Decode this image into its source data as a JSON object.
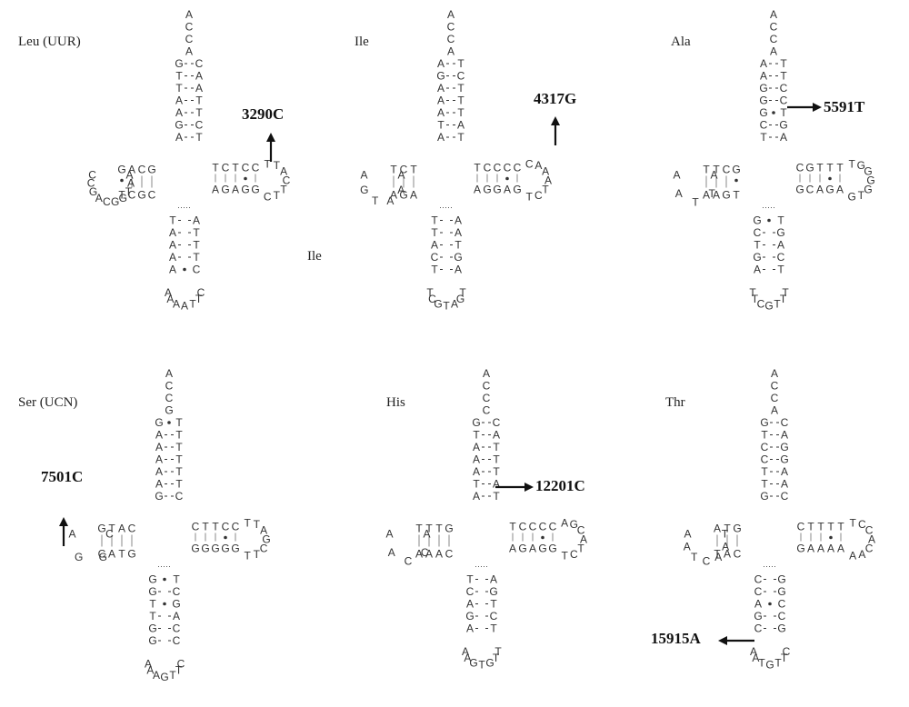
{
  "panels": [
    {
      "title": "Leu (UUR)",
      "mutation": "3290C",
      "acceptor_tail": [
        "A",
        "C",
        "C",
        "A"
      ],
      "acceptor_pairs": [
        [
          "G",
          "C"
        ],
        [
          "T",
          "A"
        ],
        [
          "T",
          "A"
        ],
        [
          "A",
          "T"
        ],
        [
          "A",
          "T"
        ],
        [
          "G",
          "C"
        ],
        [
          "A",
          "T"
        ]
      ],
      "anticodon_pairs": [
        [
          "T",
          "A"
        ],
        [
          "A",
          "T"
        ],
        [
          "A",
          "T"
        ],
        [
          "A",
          "T"
        ],
        [
          "A",
          "C"
        ]
      ],
      "anticodon_loop": [
        "C",
        "T",
        "T",
        "A",
        "A",
        "A",
        "A"
      ],
      "d_arm_top": [
        "G",
        "A",
        "C",
        "G"
      ],
      "d_arm_bottom": [
        "T",
        "C",
        "G",
        "C"
      ],
      "d_loop": [
        "C",
        "C",
        "G",
        "A",
        "C",
        "G",
        "G",
        "T",
        "A",
        "A"
      ],
      "t_arm_top": [
        "T",
        "C",
        "T",
        "C",
        "C"
      ],
      "t_arm_bottom": [
        "A",
        "G",
        "A",
        "G",
        "G"
      ],
      "t_loop": [
        "T",
        "T",
        "A",
        "C",
        "T",
        "T",
        "C"
      ]
    },
    {
      "title": "Ile",
      "mutation": "4317G",
      "acceptor_tail": [
        "A",
        "C",
        "C",
        "A"
      ],
      "acceptor_pairs": [
        [
          "A",
          "T"
        ],
        [
          "G",
          "C"
        ],
        [
          "A",
          "T"
        ],
        [
          "A",
          "T"
        ],
        [
          "A",
          "T"
        ],
        [
          "T",
          "A"
        ],
        [
          "A",
          "T"
        ]
      ],
      "anticodon_pairs": [
        [
          "T",
          "A"
        ],
        [
          "T",
          "A"
        ],
        [
          "A",
          "T"
        ],
        [
          "C",
          "G"
        ],
        [
          "T",
          "A"
        ]
      ],
      "anticodon_loop": [
        "T",
        "G",
        "A",
        "T",
        "G",
        "C",
        "T"
      ],
      "d_arm_top": [
        "T",
        "C",
        "T"
      ],
      "d_arm_bottom": [
        "A",
        "G",
        "A"
      ],
      "d_loop": [
        "A",
        "G",
        "T",
        "A",
        "A",
        "A"
      ],
      "t_arm_top": [
        "T",
        "C",
        "C",
        "C",
        "C"
      ],
      "t_arm_bottom": [
        "A",
        "G",
        "G",
        "A",
        "G"
      ],
      "t_loop": [
        "C",
        "A",
        "A",
        "A",
        "T",
        "C",
        "T"
      ],
      "stray_label": "Ile"
    },
    {
      "title": "Ala",
      "mutation": "5591T",
      "acceptor_tail": [
        "A",
        "C",
        "C",
        "A"
      ],
      "acceptor_pairs": [
        [
          "A",
          "T"
        ],
        [
          "A",
          "T"
        ],
        [
          "G",
          "C"
        ],
        [
          "G",
          "C"
        ],
        [
          "G",
          "T"
        ],
        [
          "C",
          "G"
        ],
        [
          "T",
          "A"
        ]
      ],
      "anticodon_pairs": [
        [
          "G",
          "T"
        ],
        [
          "C",
          "G"
        ],
        [
          "T",
          "A"
        ],
        [
          "G",
          "C"
        ],
        [
          "A",
          "T"
        ]
      ],
      "anticodon_loop": [
        "T",
        "T",
        "T",
        "G",
        "C",
        "T",
        "T"
      ],
      "d_arm_top": [
        "T",
        "T",
        "C",
        "G"
      ],
      "d_arm_bottom": [
        "A",
        "A",
        "G",
        "T"
      ],
      "d_loop": [
        "A",
        "A",
        "T",
        "T",
        "A"
      ],
      "t_arm_top": [
        "C",
        "G",
        "T",
        "T",
        "T"
      ],
      "t_arm_bottom": [
        "G",
        "C",
        "A",
        "G",
        "A"
      ],
      "t_loop": [
        "T",
        "G",
        "G",
        "G",
        "G",
        "T",
        "G"
      ]
    },
    {
      "title": "Ser (UCN)",
      "mutation": "7501C",
      "acceptor_tail": [
        "A",
        "C",
        "C",
        "G"
      ],
      "acceptor_pairs": [
        [
          "G",
          "T"
        ],
        [
          "A",
          "T"
        ],
        [
          "A",
          "T"
        ],
        [
          "A",
          "T"
        ],
        [
          "A",
          "T"
        ],
        [
          "A",
          "T"
        ],
        [
          "G",
          "C"
        ]
      ],
      "anticodon_pairs": [
        [
          "G",
          "T"
        ],
        [
          "G",
          "C"
        ],
        [
          "T",
          "G"
        ],
        [
          "T",
          "A"
        ],
        [
          "G",
          "C"
        ],
        [
          "G",
          "C"
        ]
      ],
      "anticodon_loop": [
        "C",
        "T",
        "T",
        "G",
        "A",
        "A",
        "A"
      ],
      "d_arm_top": [
        "G",
        "T",
        "A",
        "C"
      ],
      "d_arm_bottom": [
        "C",
        "A",
        "T",
        "G"
      ],
      "d_loop": [
        "A",
        "G",
        "G",
        "C"
      ],
      "t_arm_top": [
        "C",
        "T",
        "T",
        "C",
        "C"
      ],
      "t_arm_bottom": [
        "G",
        "G",
        "G",
        "G",
        "G"
      ],
      "t_loop": [
        "T",
        "T",
        "A",
        "G",
        "C",
        "T",
        "T"
      ]
    },
    {
      "title": "His",
      "mutation": "12201C",
      "acceptor_tail": [
        "A",
        "C",
        "C",
        "C"
      ],
      "acceptor_pairs": [
        [
          "G",
          "C"
        ],
        [
          "T",
          "A"
        ],
        [
          "A",
          "T"
        ],
        [
          "A",
          "T"
        ],
        [
          "A",
          "T"
        ],
        [
          "T",
          "A"
        ],
        [
          "A",
          "T"
        ]
      ],
      "anticodon_pairs": [
        [
          "T",
          "A"
        ],
        [
          "C",
          "G"
        ],
        [
          "A",
          "T"
        ],
        [
          "G",
          "C"
        ],
        [
          "A",
          "T"
        ]
      ],
      "anticodon_loop": [
        "T",
        "T",
        "G",
        "T",
        "G",
        "A",
        "A"
      ],
      "d_arm_top": [
        "T",
        "T",
        "T",
        "G"
      ],
      "d_arm_bottom": [
        "A",
        "A",
        "A",
        "C"
      ],
      "d_loop": [
        "A",
        "A",
        "C",
        "C",
        "A"
      ],
      "t_arm_top": [
        "T",
        "C",
        "C",
        "C",
        "C"
      ],
      "t_arm_bottom": [
        "A",
        "G",
        "A",
        "G",
        "G"
      ],
      "t_loop": [
        "A",
        "G",
        "C",
        "A",
        "T",
        "C",
        "T"
      ]
    },
    {
      "title": "Thr",
      "mutation": "15915A",
      "acceptor_tail": [
        "A",
        "C",
        "C",
        "A"
      ],
      "acceptor_pairs": [
        [
          "G",
          "C"
        ],
        [
          "T",
          "A"
        ],
        [
          "C",
          "G"
        ],
        [
          "C",
          "G"
        ],
        [
          "T",
          "A"
        ],
        [
          "T",
          "A"
        ],
        [
          "G",
          "C"
        ]
      ],
      "anticodon_pairs": [
        [
          "C",
          "G"
        ],
        [
          "C",
          "G"
        ],
        [
          "A",
          "C"
        ],
        [
          "G",
          "C"
        ],
        [
          "C",
          "G"
        ]
      ],
      "anticodon_loop": [
        "C",
        "T",
        "T",
        "G",
        "T",
        "A",
        "A"
      ],
      "d_arm_top": [
        "A",
        "T",
        "G"
      ],
      "d_arm_bottom": [
        "T",
        "A",
        "C"
      ],
      "d_loop": [
        "A",
        "A",
        "T",
        "C",
        "A",
        "A",
        "T"
      ],
      "t_arm_top": [
        "C",
        "T",
        "T",
        "T",
        "T"
      ],
      "t_arm_bottom": [
        "G",
        "A",
        "A",
        "A",
        "A"
      ],
      "t_loop": [
        "T",
        "C",
        "C",
        "A",
        "C",
        "A",
        "A"
      ]
    }
  ]
}
